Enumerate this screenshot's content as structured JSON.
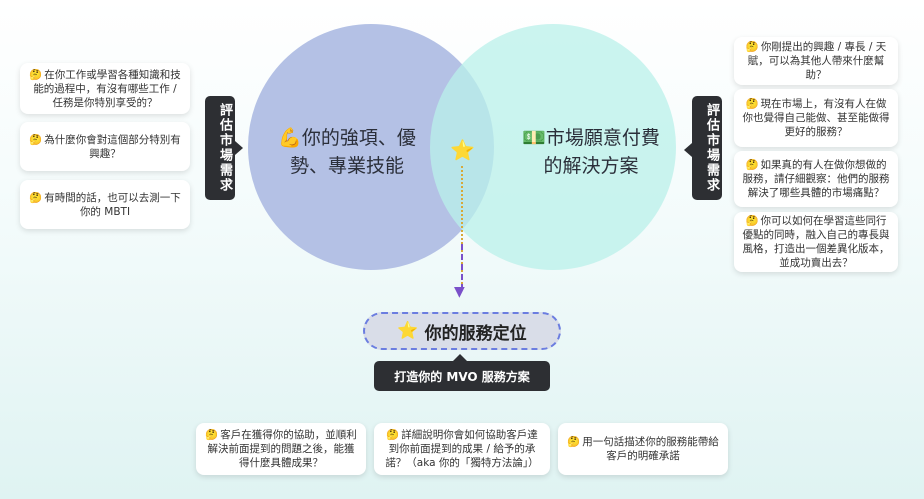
{
  "venn": {
    "left_icon": "💪",
    "left_text": "你的強項、優勢、專業技能",
    "right_icon": "💵",
    "right_text": "市場願意付費的解決方案",
    "intersection_icon": "⭐"
  },
  "left_label": "評估市場需求",
  "right_label": "評估市場需求",
  "left_cards": [
    {
      "emoji": "🤔",
      "text": "在你工作或學習各種知識和技能的過程中，有沒有哪些工作 / 任務是你特別享受的？"
    },
    {
      "emoji": "🤔",
      "text": "為什麼你會對這個部分特別有興趣？"
    },
    {
      "emoji": "🤔",
      "text": "有時間的話，也可以去測一下你的 MBTI"
    }
  ],
  "right_cards": [
    {
      "emoji": "🤔",
      "text": "你剛提出的興趣 / 專長 / 天賦，可以為其他人帶來什麼幫助？"
    },
    {
      "emoji": "🤔",
      "text": "現在市場上，有沒有人在做你也覺得自己能做、甚至能做得更好的服務？"
    },
    {
      "emoji": "🤔",
      "text": "如果真的有人在做你想做的服務，請仔細觀察：他們的服務解決了哪些具體的市場痛點？"
    },
    {
      "emoji": "🤔",
      "text": "你可以如何在學習這些同行優點的同時，融入自己的專長與風格，打造出一個差異化版本，並成功賣出去？"
    }
  ],
  "position": {
    "icon": "⭐",
    "title": "你的服務定位"
  },
  "mvo_label": "打造你的 MVO 服務方案",
  "bottom_cards": [
    {
      "emoji": "🤔",
      "text": "客戶在獲得你的協助，並順利解決前面提到的問題之後，能獲得什麼具體成果？"
    },
    {
      "emoji": "🤔",
      "text": "詳細說明你會如何協助客戶達到你前面提到的成果 / 給予的承諾？（aka 你的「獨特方法論」）"
    },
    {
      "emoji": "🤔",
      "text": "用一句話描述你的服務能帶給客戶的明確承諾"
    }
  ],
  "colors": {
    "left_circle": "#b0bee4",
    "right_circle": "#baf0ea",
    "label_bg": "#2d2f33",
    "arrow": "#7a50c9",
    "pill_border": "#6b7de0"
  }
}
